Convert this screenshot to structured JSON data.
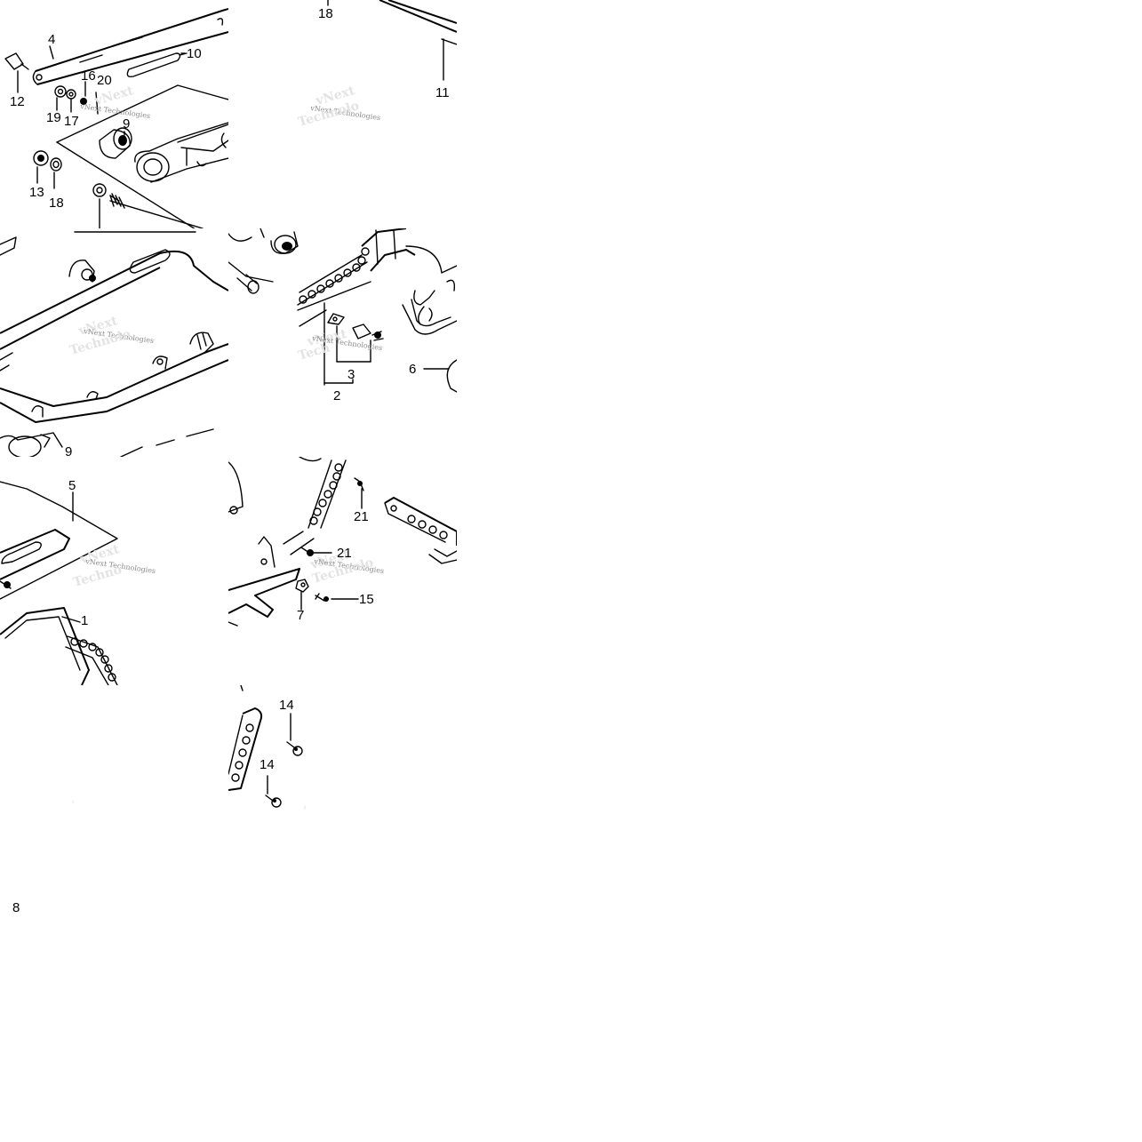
{
  "watermark": "vNext Technologies",
  "labels": {
    "t00": [
      "4",
      "10",
      "12",
      "16",
      "20",
      "19",
      "17",
      "9",
      "13",
      "18"
    ],
    "t01": [
      "18",
      "11"
    ],
    "t10": [
      "9"
    ],
    "t11": [
      "3",
      "2",
      "6"
    ],
    "t20": [
      "5",
      "1"
    ],
    "t21": [
      "21",
      "21",
      "15",
      "7"
    ],
    "t31": [
      "14",
      "14"
    ]
  },
  "outside_label": "8"
}
